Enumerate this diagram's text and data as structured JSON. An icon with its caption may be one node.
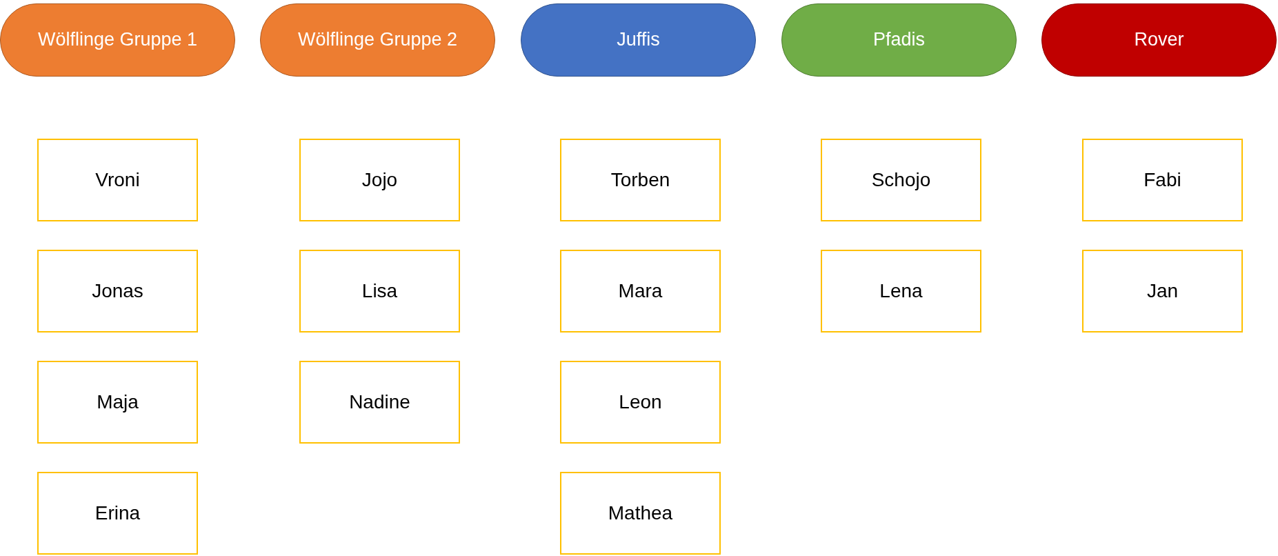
{
  "diagram": {
    "nodes": [
      {
        "text": [
          "Wölflinge Gruppe 1"
        ]
      },
      {
        "text": [
          "Wölflinge Gruppe 2"
        ]
      },
      {
        "text": [
          "Juffis"
        ]
      },
      {
        "text": [
          "Pfadis"
        ]
      },
      {
        "text": [
          "Rover"
        ]
      },
      {
        "text": [
          "Vroni"
        ]
      },
      {
        "text": [
          "Jonas"
        ]
      },
      {
        "text": [
          "Maja"
        ]
      },
      {
        "text": [
          "Erina"
        ]
      },
      {
        "text": [
          "Jojo"
        ]
      },
      {
        "text": [
          "Lisa"
        ]
      },
      {
        "text": [
          "Nadine"
        ]
      },
      {
        "text": [
          "Torben"
        ]
      },
      {
        "text": [
          "Mara"
        ]
      },
      {
        "text": [
          "Leon"
        ]
      },
      {
        "text": [
          "Mathea"
        ]
      },
      {
        "text": [
          "Schojo"
        ]
      },
      {
        "text": [
          "Lena"
        ]
      },
      {
        "text": [
          "Fabi"
        ]
      },
      {
        "text": [
          "Jan"
        ]
      }
    ],
    "edges": []
  }
}
